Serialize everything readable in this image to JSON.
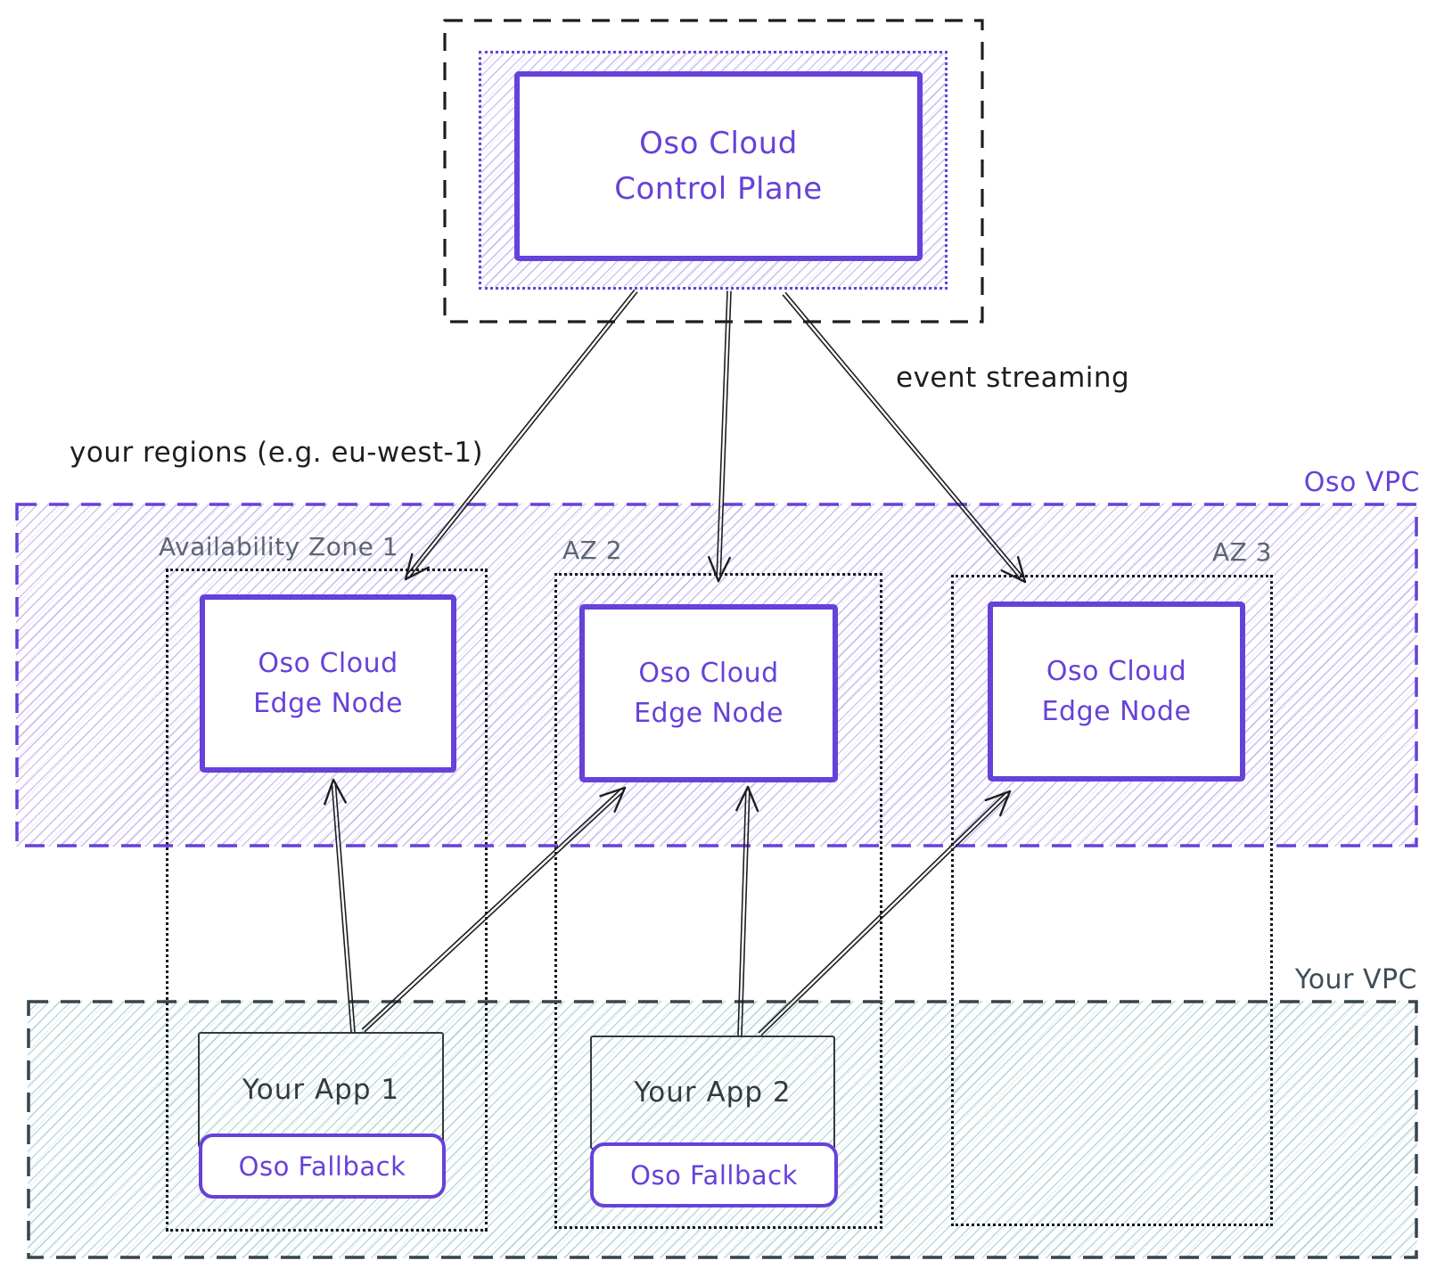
{
  "colors": {
    "accent_purple": "#6741d9",
    "arrow_black": "#1e1e1e",
    "zone_label_gray": "#5c6670",
    "your_vpc_slate": "#3c4f58",
    "purple_hatch": "rgba(103,65,217,0.30)",
    "teal_hatch": "rgba(23,120,125,0.28)"
  },
  "control_plane": {
    "line1": "Oso Cloud",
    "line2": "Control Plane"
  },
  "annotations": {
    "event_streaming": "event streaming",
    "your_regions": "your regions (e.g. eu-west-1)"
  },
  "oso_vpc": {
    "label": "Oso VPC",
    "availability_zones": [
      {
        "label": "Availability Zone 1"
      },
      {
        "label": "AZ 2"
      },
      {
        "label": "AZ 3"
      }
    ],
    "edge_node": {
      "line1": "Oso Cloud",
      "line2": "Edge Node"
    }
  },
  "your_vpc": {
    "label": "Your VPC",
    "apps": [
      {
        "title": "Your App 1",
        "fallback": "Oso Fallback"
      },
      {
        "title": "Your App 2",
        "fallback": "Oso Fallback"
      }
    ]
  }
}
